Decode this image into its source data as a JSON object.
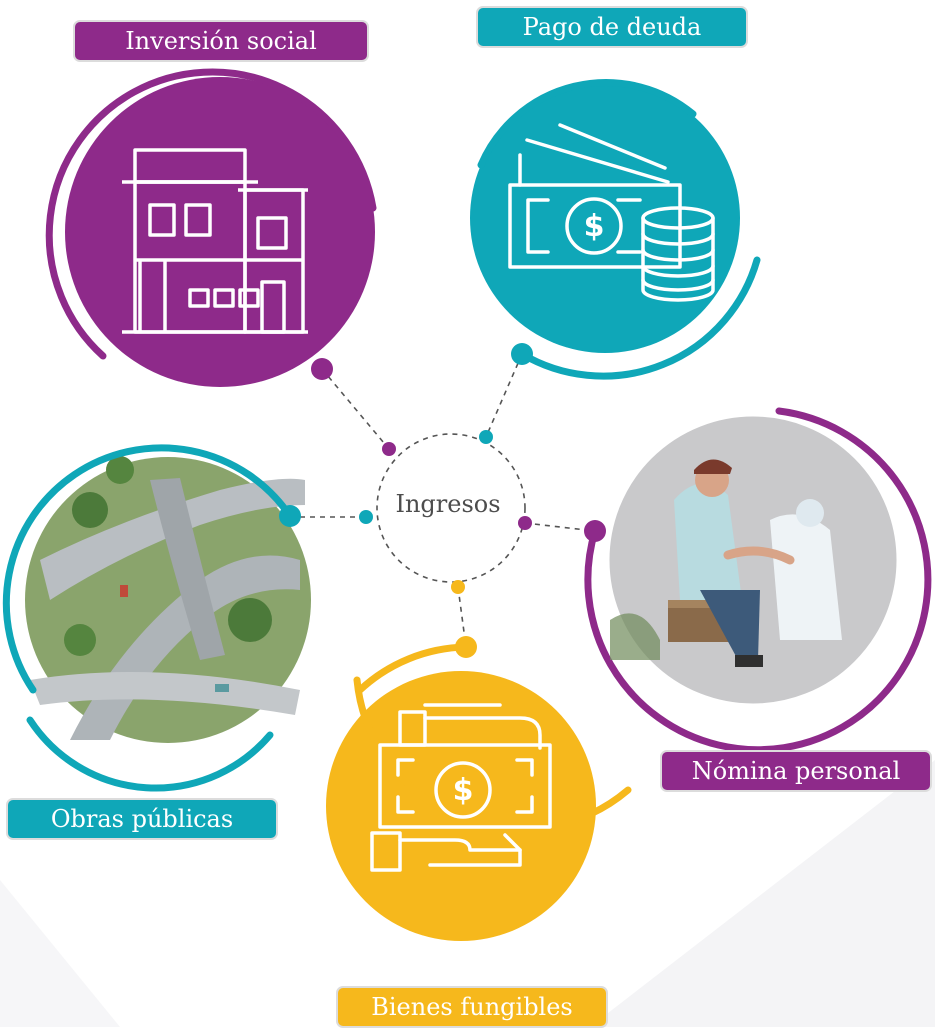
{
  "center": {
    "label": "Ingresos"
  },
  "nodes": [
    {
      "id": "inversion",
      "label": "Inversión social",
      "color": "#8e2a8a",
      "icon": "house-icon"
    },
    {
      "id": "deuda",
      "label": "Pago de deuda",
      "color": "#0fa7b8",
      "icon": "money-coins-icon"
    },
    {
      "id": "nomina",
      "label": "Nómina personal",
      "color": "#8e2a8a",
      "icon": "healthcare-worker-illustration"
    },
    {
      "id": "fungibles",
      "label": "Bienes fungibles",
      "color": "#f6b81c",
      "icon": "hands-exchanging-money-icon"
    },
    {
      "id": "obras",
      "label": "Obras públicas",
      "color": "#0fa7b8",
      "icon": "highway-interchange-illustration"
    }
  ]
}
